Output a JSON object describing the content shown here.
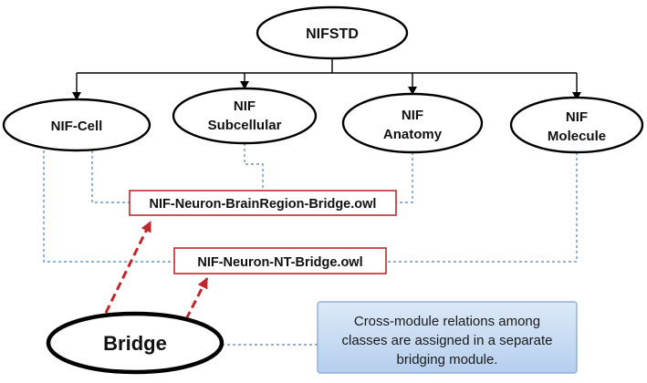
{
  "root": {
    "label": "NIFSTD"
  },
  "modules": [
    {
      "lines": [
        "NIF-Cell"
      ]
    },
    {
      "lines": [
        "NIF",
        "Subcellular"
      ]
    },
    {
      "lines": [
        "NIF",
        "Anatomy"
      ]
    },
    {
      "lines": [
        "NIF",
        "Molecule"
      ]
    }
  ],
  "bridge_files": [
    {
      "label": "NIF-Neuron-BrainRegion-Bridge.owl"
    },
    {
      "label": "NIF-Neuron-NT-Bridge.owl"
    }
  ],
  "bridge": {
    "label": "Bridge"
  },
  "callout": {
    "lines": [
      "Cross-module relations among",
      "classes are assigned in a separate",
      "bridging module."
    ]
  },
  "colors": {
    "tree_line": "#000000",
    "dashed_link": "#4a7fc1",
    "bridge_box_border": "#c0272d",
    "bridge_arrow": "#c0272d",
    "callout_fill": "#c9ddf2",
    "callout_border": "#7fa3cf"
  }
}
